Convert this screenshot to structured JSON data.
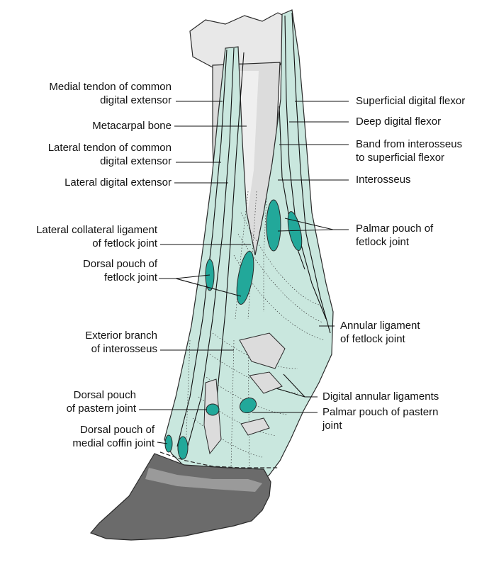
{
  "colors": {
    "tendon": "#c9e7de",
    "tendon_edge": "#2a2a2a",
    "bone": "#d9d9d9",
    "bone_light": "#ececec",
    "pouch": "#22a89a",
    "hoof": "#6b6b6b",
    "hoof_light": "#9a9a9a"
  },
  "left_labels": {
    "medial_tendon": [
      "Medial tendon of common",
      "digital extensor"
    ],
    "metacarpal_bone": [
      "Metacarpal bone"
    ],
    "lateral_tendon": [
      "Lateral tendon of common",
      "digital extensor"
    ],
    "lateral_digital_extensor": [
      "Lateral digital extensor"
    ],
    "lateral_collateral_ligament": [
      "Lateral collateral ligament",
      "of fetlock joint"
    ],
    "dorsal_pouch_fetlock": [
      "Dorsal pouch of",
      "fetlock joint"
    ],
    "exterior_branch": [
      "Exterior branch",
      "of interosseus"
    ],
    "dorsal_pouch_pastern": [
      "Dorsal pouch",
      "of pastern joint"
    ],
    "dorsal_pouch_coffin": [
      "Dorsal pouch of",
      "medial coffin joint"
    ]
  },
  "right_labels": {
    "superficial_flexor": [
      "Superficial digital flexor"
    ],
    "deep_flexor": [
      "Deep digital flexor"
    ],
    "band_interosseus": [
      "Band from interosseus",
      "to superficial flexor"
    ],
    "interosseus": [
      "Interosseus"
    ],
    "palmar_pouch_fetlock": [
      "Palmar pouch of",
      "fetlock joint"
    ],
    "annular_ligament": [
      "Annular ligament",
      "of fetlock joint"
    ],
    "digital_annular": [
      "Digital annular ligaments"
    ],
    "palmar_pouch_pastern": [
      "Palmar pouch of pastern",
      "joint"
    ]
  }
}
